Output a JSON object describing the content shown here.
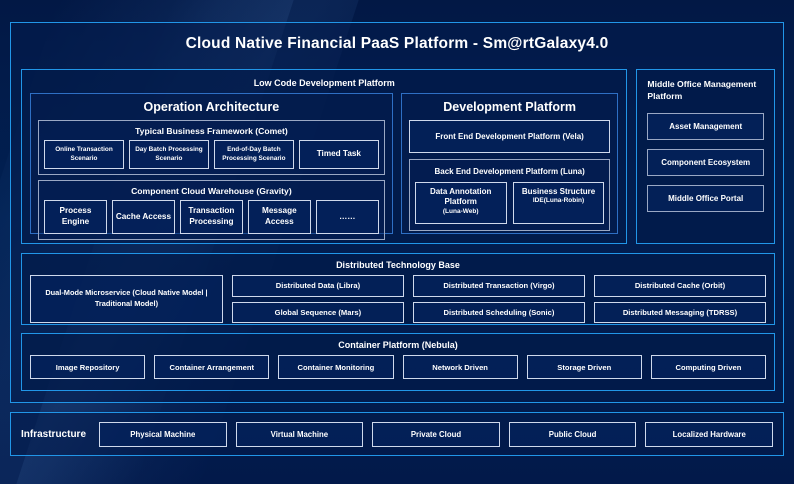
{
  "title": "Cloud Native Financial PaaS Platform - Sm@rtGalaxy4.0",
  "colors": {
    "accent_cyan": "#2196e8",
    "background_navy": "#021a4a",
    "panel_navy": "#03204c",
    "box_border": "#cfd9ec",
    "group_border": "#9aa8c4",
    "text": "#ffffff"
  },
  "low_code": {
    "title": "Low Code Development Platform",
    "operation_architecture": {
      "title": "Operation Architecture",
      "business_framework": {
        "title": "Typical Business Framework (Comet)",
        "items": [
          "Online Transaction Scenario",
          "Day Batch Processing Scenario",
          "End-of-Day Batch Processing Scenario",
          "Timed Task"
        ]
      },
      "cloud_warehouse": {
        "title": "Component Cloud Warehouse (Gravity)",
        "items": [
          "Process Engine",
          "Cache Access",
          "Transaction Processing",
          "Message Access",
          "……"
        ]
      }
    },
    "development_platform": {
      "title": "Development Platform",
      "front_end": "Front End Development Platform (Vela)",
      "back_end": {
        "title": "Back End Development Platform (Luna)",
        "items": [
          {
            "line1": "Data Annotation Platform",
            "line2": "(Luna-Web)"
          },
          {
            "line1": "Business Structure",
            "line2": "IDE(Luna-Robin)"
          }
        ]
      }
    }
  },
  "middle_office": {
    "title": "Middle Office Management Platform",
    "items": [
      "Asset Management",
      "Component Ecosystem",
      "Middle Office Portal"
    ]
  },
  "distributed_technology_base": {
    "title": "Distributed Technology Base",
    "wide_item": "Dual-Mode Microservice (Cloud Native Model | Traditional Model)",
    "columns": [
      {
        "top": "Distributed Data (Libra)",
        "bottom": "Global Sequence (Mars)"
      },
      {
        "top": "Distributed Transaction (Virgo)",
        "bottom": "Distributed Scheduling (Sonic)"
      },
      {
        "top": "Distributed Cache (Orbit)",
        "bottom": "Distributed Messaging (TDRSS)"
      }
    ]
  },
  "container_platform": {
    "title": "Container Platform (Nebula)",
    "items": [
      "Image Repository",
      "Container Arrangement",
      "Container Monitoring",
      "Network Driven",
      "Storage Driven",
      "Computing Driven"
    ]
  },
  "infrastructure": {
    "label": "Infrastructure",
    "items": [
      "Physical Machine",
      "Virtual Machine",
      "Private Cloud",
      "Public Cloud",
      "Localized Hardware"
    ]
  }
}
